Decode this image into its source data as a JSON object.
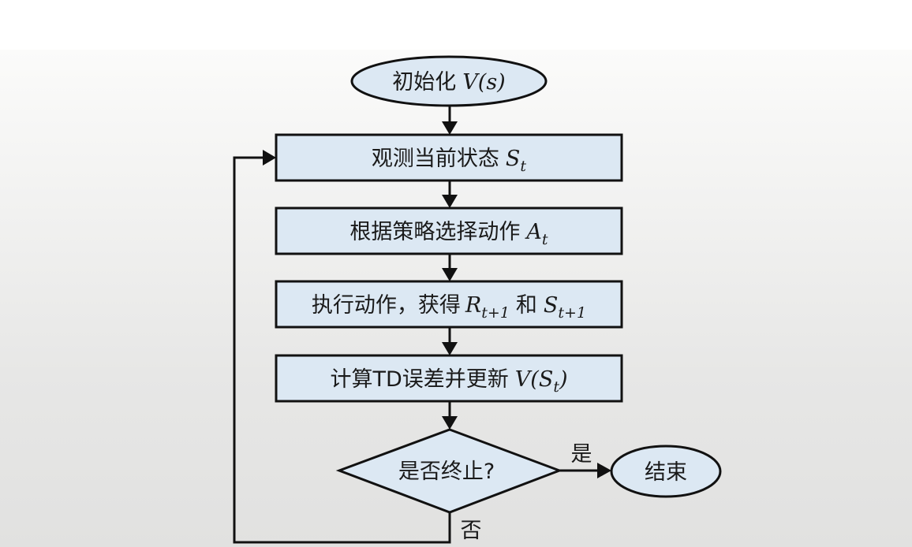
{
  "diagram": {
    "type": "flowchart",
    "nodes": {
      "start": {
        "shape": "ellipse",
        "text": "初始化",
        "math": "V(s)"
      },
      "observe": {
        "shape": "rect",
        "text": "观测当前状态",
        "math_main": "S",
        "math_sub": "t"
      },
      "select": {
        "shape": "rect",
        "text": "根据策略选择动作",
        "math_main": "A",
        "math_sub": "t"
      },
      "execute": {
        "shape": "rect",
        "text": "执行动作，获得",
        "math1_main": "R",
        "math1_sub": "t+1",
        "conj": "和",
        "math2_main": "S",
        "math2_sub": "t+1"
      },
      "update": {
        "shape": "rect",
        "text": "计算TD误差并更新",
        "math_prefix": "V(",
        "math_main": "S",
        "math_sub": "t",
        "math_suffix": ")"
      },
      "decision": {
        "shape": "diamond",
        "text": "是否终止?"
      },
      "end": {
        "shape": "ellipse",
        "text": "结束"
      }
    },
    "edges": [
      {
        "from": "start",
        "to": "observe"
      },
      {
        "from": "observe",
        "to": "select"
      },
      {
        "from": "select",
        "to": "execute"
      },
      {
        "from": "execute",
        "to": "update"
      },
      {
        "from": "update",
        "to": "decision"
      },
      {
        "from": "decision",
        "to": "end",
        "label": "是"
      },
      {
        "from": "decision",
        "to": "observe",
        "label": "否"
      }
    ],
    "colors": {
      "node_fill": "#dce8f3",
      "stroke": "#111111",
      "text": "#1a1a1a"
    }
  }
}
